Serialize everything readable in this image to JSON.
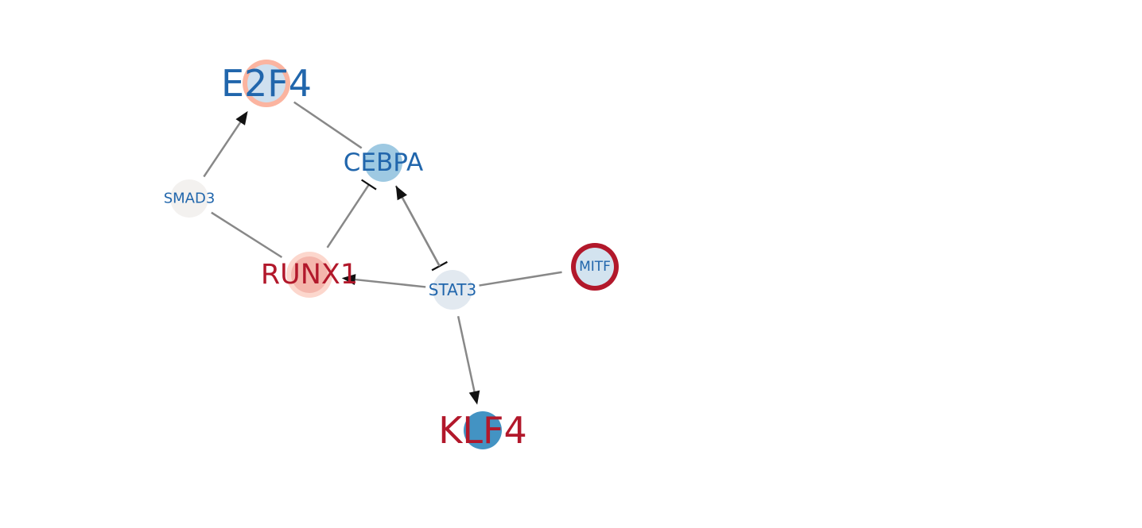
{
  "diagram": {
    "nodes": [
      {
        "id": "E2F4",
        "label": "E2F4",
        "fill": "#cfe0ef",
        "ring": "#fbb4a0",
        "label_color": "#2166ac"
      },
      {
        "id": "CEBPA",
        "label": "CEBPA",
        "fill": "#9ec9e2",
        "ring": null,
        "label_color": "#2166ac"
      },
      {
        "id": "SMAD3",
        "label": "SMAD3",
        "fill": "#f3f1ef",
        "ring": null,
        "label_color": "#2166ac"
      },
      {
        "id": "RUNX1",
        "label": "RUNX1",
        "fill": "#f4b6ac",
        "ring": "#fcd7cd",
        "label_color": "#b2182b"
      },
      {
        "id": "STAT3",
        "label": "STAT3",
        "fill": "#e2e9f0",
        "ring": null,
        "label_color": "#2166ac"
      },
      {
        "id": "MITF",
        "label": "MITF",
        "fill": "#d3e3ef",
        "ring": "#b2182b",
        "label_color": "#2166ac"
      },
      {
        "id": "KLF4",
        "label": "KLF4",
        "fill": "#4393c3",
        "ring": null,
        "label_color": "#b2182b"
      }
    ],
    "edges": [
      {
        "source": "SMAD3",
        "target": "E2F4",
        "type": "activation"
      },
      {
        "source": "E2F4",
        "target": "CEBPA",
        "type": "undirected"
      },
      {
        "source": "SMAD3",
        "target": "RUNX1",
        "type": "undirected"
      },
      {
        "source": "RUNX1",
        "target": "CEBPA",
        "type": "inhibition"
      },
      {
        "source": "CEBPA",
        "target": "STAT3",
        "type": "inhibition"
      },
      {
        "source": "STAT3",
        "target": "CEBPA",
        "type": "activation"
      },
      {
        "source": "STAT3",
        "target": "RUNX1",
        "type": "activation"
      },
      {
        "source": "STAT3",
        "target": "MITF",
        "type": "undirected"
      },
      {
        "source": "STAT3",
        "target": "KLF4",
        "type": "activation"
      }
    ],
    "colors": {
      "edge": "#888888",
      "arrow": "#111111",
      "up": "#b2182b",
      "down": "#2166ac"
    }
  }
}
